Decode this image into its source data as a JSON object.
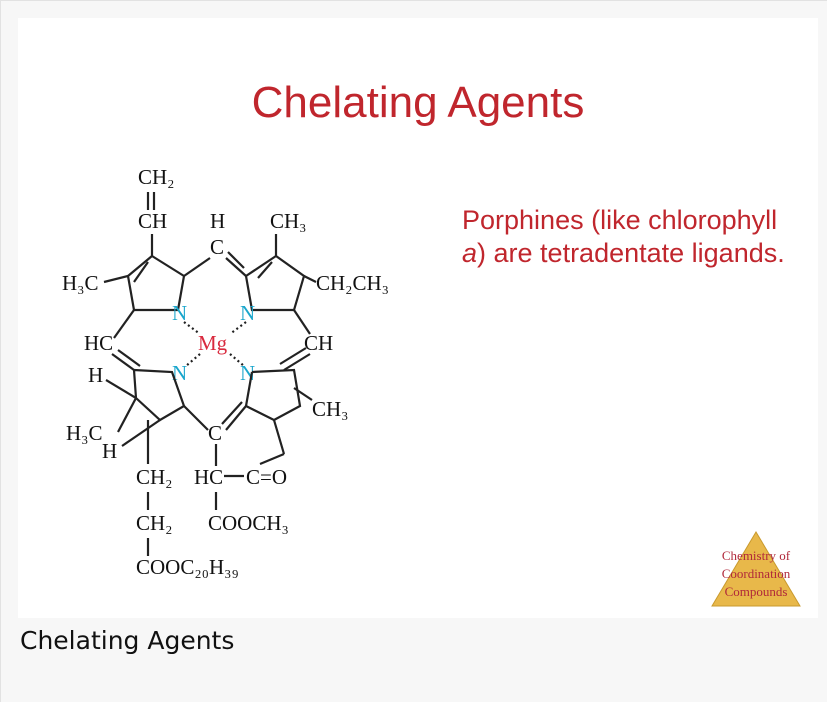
{
  "slide": {
    "title": "Chelating Agents",
    "text_part1": "Porphines (like chlorophyll ",
    "text_italic": "a",
    "text_part2": ") are tetradentate ligands."
  },
  "molecule": {
    "labels": {
      "ch2_top": "CH₂",
      "ch_vinyl": "CH",
      "h_bridge": "H",
      "c_bridge": "C",
      "ch3_top": "CH₃",
      "h3c_left": "H₃C",
      "ch2ch3": "CH₂CH₃",
      "n1": "N",
      "n2": "N",
      "n3": "N",
      "n4": "N",
      "mg": "Mg",
      "hc_left": "HC",
      "ch_right": "CH",
      "h_left": "H",
      "ch3_right": "CH₃",
      "h3c_lower": "H₃C",
      "h_lower": "H",
      "c_lower": "C",
      "ch2_a": "CH₂",
      "hc_lower": "HC",
      "c_eq_o": "C=O",
      "ch2_b": "CH₂",
      "cooch3": "COOCH₃",
      "cooc20h39": "COOC₂₀H₃₉"
    }
  },
  "logo": {
    "line1": "Chemistry of",
    "line2": "Coordination",
    "line3": "Compounds",
    "color": "#e8b84a"
  },
  "caption": "Chelating Agents"
}
